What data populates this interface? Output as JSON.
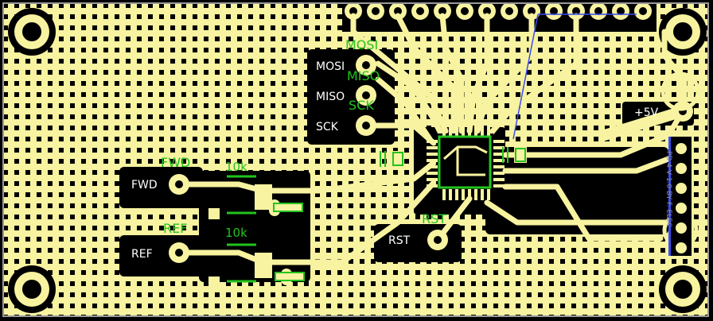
{
  "board": {
    "colors": {
      "copper": "#f7f3a0",
      "background": "#000000",
      "silkscreen": "#23c31f",
      "label": "#ffffff",
      "ratsnest": "#3b4df0",
      "outline": "#9a9a9a"
    }
  },
  "labels": {
    "mosi_pad": "MOSI",
    "miso_pad": "MISO",
    "sck_pad": "SCK",
    "fwd_pad": "FWD",
    "ref_pad": "REF",
    "rst_pad": "RST",
    "vcc_pad": "+5V"
  },
  "silk": {
    "mosi": "MOSI",
    "miso": "MISO",
    "sck": "SCK",
    "fwd": "FWD",
    "ref": "REF",
    "rst": "RST",
    "r1": "10k",
    "r2": "10k"
  },
  "edge_text": "PD 4 V 1.0 BY F. ELEC"
}
